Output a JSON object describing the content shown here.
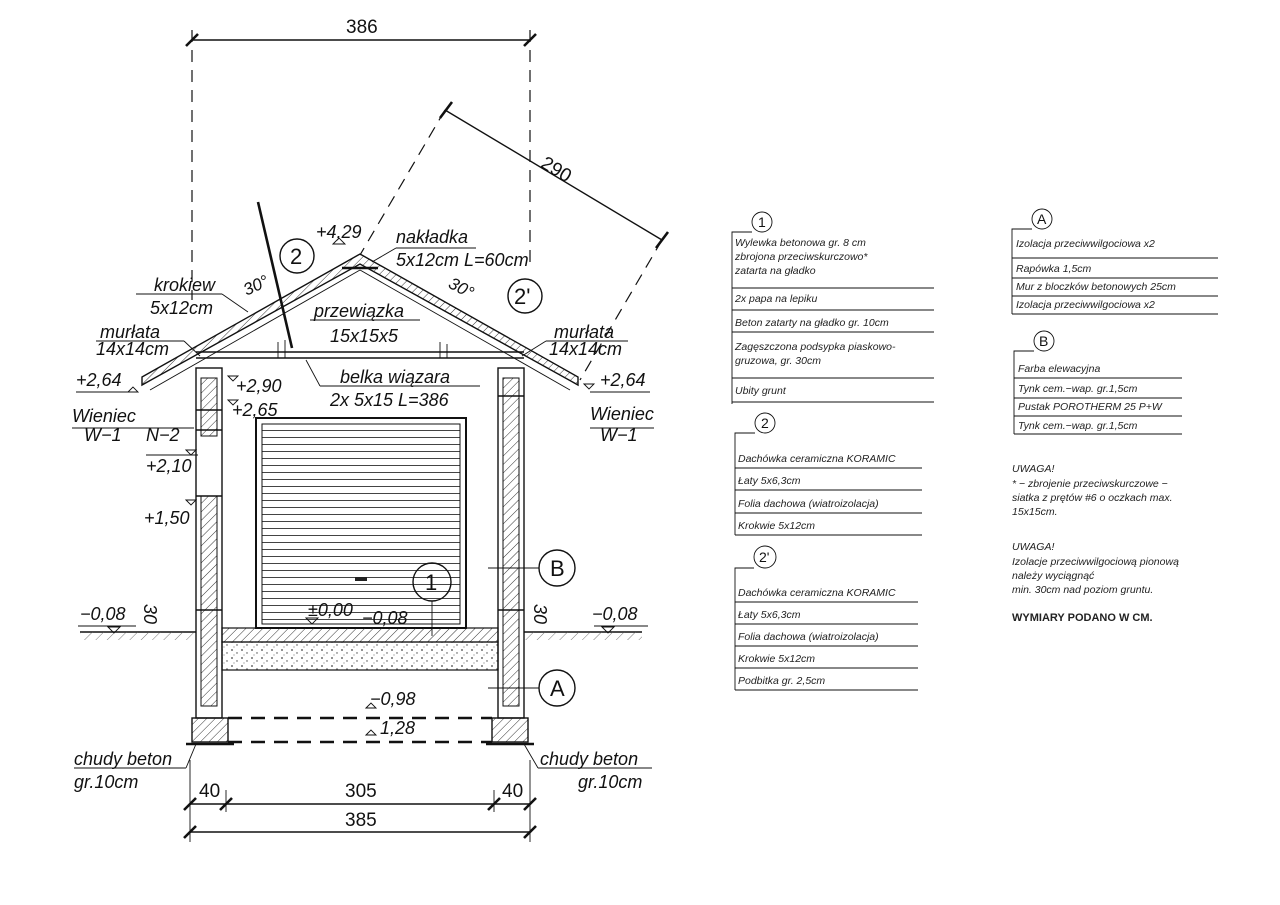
{
  "dimensions": {
    "top_width": "386",
    "rafter_length": "290",
    "wall_left": "40",
    "interior": "305",
    "wall_right": "40",
    "total": "385"
  },
  "levels": {
    "ridge": "+4,29",
    "eave_left": "+2,64",
    "eave_right": "+2,64",
    "wall_top": "+2,90",
    "ring_beam": "+2,65",
    "lintel": "+2,10",
    "sill": "+1,50",
    "ground_left": "−0,08",
    "ground_right": "−0,08",
    "floor": "±0,00",
    "floor_below": "−0,08",
    "foundation_top": "−0,98",
    "foundation_bottom": "1,28",
    "plinth_left": "30",
    "plinth_right": "30"
  },
  "labels": {
    "nakladka_1": "nakładka",
    "nakladka_2": "5x12cm  L=60cm",
    "krokiew_1": "krokiew",
    "krokiew_2": "5x12cm",
    "przewiazka_1": "przewiązka",
    "przewiazka_2": "15x15x5",
    "murlata_l1": "murłata",
    "murlata_l2": "14x14cm",
    "murlata_r1": "murłata",
    "murlata_r2": "14x14cm",
    "belka_1": "belka wiązara",
    "belka_2": "2x  5x15  L=386",
    "wieniec_l1": "Wieniec",
    "wieniec_l2": "W−1",
    "n2": "N−2",
    "wieniec_r1": "Wieniec",
    "wieniec_r2": "W−1",
    "chudy_l1": "chudy  beton",
    "chudy_l2": "gr.10cm",
    "chudy_r1": "chudy  beton",
    "chudy_r2": "gr.10cm",
    "angle_left": "30°",
    "angle_right": "30°"
  },
  "markers": {
    "m1": "1",
    "m2": "2",
    "m2p": "2'",
    "mA": "A",
    "mB": "B"
  },
  "legend": {
    "l1": {
      "id": "1",
      "items": [
        "Wylewka betonowa gr. 8 cm",
        "zbrojona przeciwskurczowo*",
        "zatarta na gładko",
        "2x papa na lepiku",
        "Beton zatarty na gładko gr. 10cm",
        "Zagęszczona podsypka piaskowo-",
        "gruzowa, gr. 30cm",
        "Ubity grunt"
      ]
    },
    "l2": {
      "id": "2",
      "items": [
        "Dachówka ceramiczna KORAMIC",
        "Łaty 5x6,3cm",
        "Folia dachowa (wiatroizolacja)",
        "Krokwie 5x12cm"
      ]
    },
    "l2p": {
      "id": "2'",
      "items": [
        "Dachówka ceramiczna KORAMIC",
        "Łaty 5x6,3cm",
        "Folia dachowa (wiatroizolacja)",
        "Krokwie 5x12cm",
        "Podbitka gr. 2,5cm"
      ]
    },
    "lA": {
      "id": "A",
      "items": [
        "Izolacja przeciwwilgociowa x2",
        "Rapówka 1,5cm",
        "Mur z bloczków betonowych 25cm",
        "Izolacja przeciwwilgociowa x2"
      ]
    },
    "lB": {
      "id": "B",
      "items": [
        "Farba elewacyjna",
        "Tynk cem.−wap. gr.1,5cm",
        "Pustak POROTHERM 25 P+W",
        "Tynk cem.−wap. gr.1,5cm"
      ]
    }
  },
  "notes": {
    "uwaga1_title": "UWAGA!",
    "uwaga1_l1": "* − zbrojenie przeciwskurczowe −",
    "uwaga1_l2": "siatka z prętów #6 o oczkach max.",
    "uwaga1_l3": "15x15cm.",
    "uwaga2_title": "UWAGA!",
    "uwaga2_l1": "Izolacje przeciwwilgociową pionową",
    "uwaga2_l2": "należy wyciągnąć",
    "uwaga2_l3": "min. 30cm nad poziom gruntu.",
    "units": "WYMIARY PODANO W CM."
  }
}
